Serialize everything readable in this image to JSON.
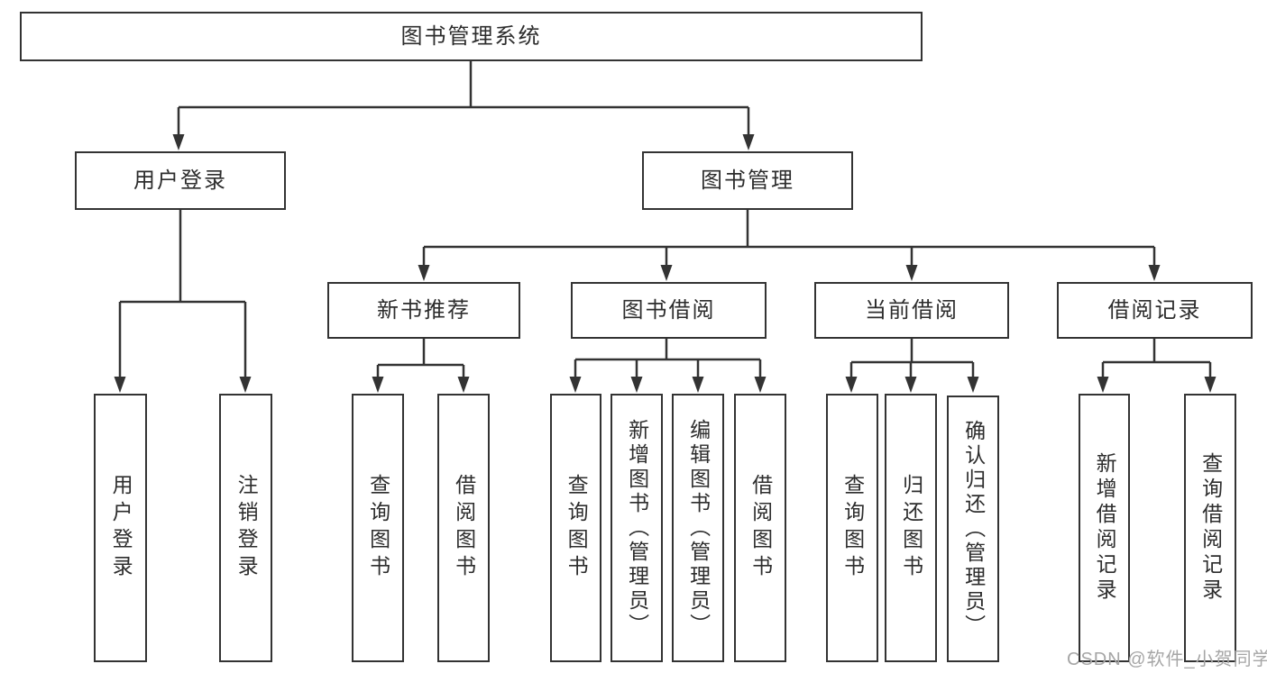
{
  "nodes": {
    "root": "图书管理系统",
    "level2": {
      "user_login": "用户登录",
      "book_management": "图书管理"
    },
    "level3": {
      "new_book_recommend": "新书推荐",
      "book_borrow": "图书借阅",
      "current_borrow": "当前借阅",
      "borrow_record": "借阅记录"
    },
    "leaves": {
      "user_login": "用户登录",
      "logout": "注销登录",
      "nbr_query_books": "查询图书",
      "nbr_borrow_books": "借阅图书",
      "bb_query_books": "查询图书",
      "bb_add_books_admin": "新增图书（管理员）",
      "bb_edit_books_admin": "编辑图书（管理员）",
      "bb_borrow_books": "借阅图书",
      "cb_query_books": "查询图书",
      "cb_return_books": "归还图书",
      "cb_confirm_return_admin": "确认归还（管理员）",
      "br_add_record": "新增借阅记录",
      "br_query_record": "查询借阅记录"
    }
  },
  "watermark": "CSDN @软件_小贺同学",
  "colors": {
    "line": "#333333",
    "text": "#2d2d2d",
    "watermark": "#a6a6a6",
    "background": "#ffffff"
  }
}
